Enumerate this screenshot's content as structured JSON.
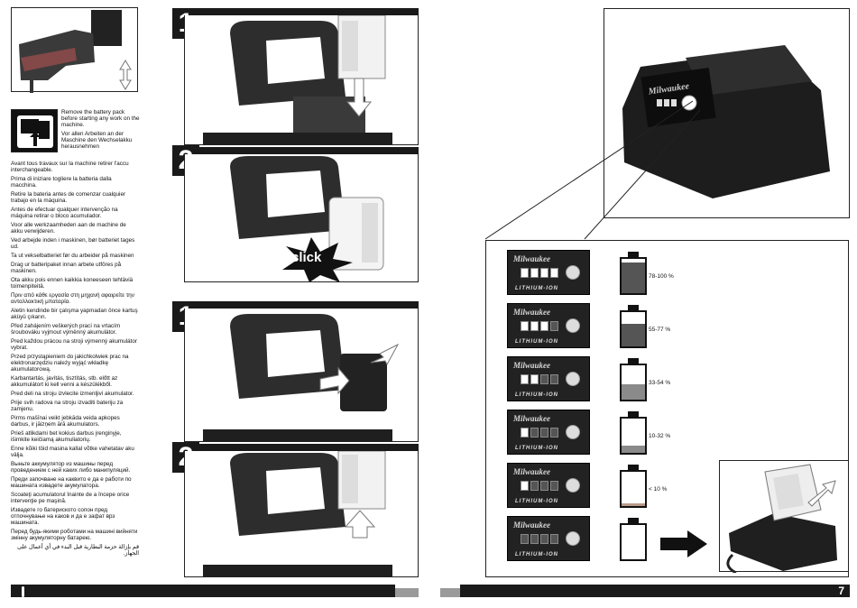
{
  "warning_header": [
    "Remove the battery pack before starting any work on the machine.",
    "Vor allen Arbeiten an der Maschine den Wechselakku herausnehmen"
  ],
  "warnings": [
    {
      "text": "Avant tous travaux sur la machine retirer l'accu interchangeable."
    },
    {
      "text": "Prima di iniziare togliere la batteria dalla macchina."
    },
    {
      "text": "Retire la bateria antes de comenzar cualquier trabajo en la máquina."
    },
    {
      "text": "Antes de efectuar qualquer intervenção na máquina retirar o bloco acumulador."
    },
    {
      "text": "Voor alle werkzaamheden aan de machine de akku verwijderen."
    },
    {
      "text": "Ved arbejde inden i maskinen, bør batteriet tages ud."
    },
    {
      "text": "Ta ut vekselbatteriet før du arbeider på maskinen"
    },
    {
      "text": "Drag ur batteripaket innan arbete utföres på maskinen."
    },
    {
      "text": "Ota akku pois ennen kaikkia koneeseen tehtäviä toimenpiteitä."
    },
    {
      "text": "Πριν από κάθε εργασία στη μηχανή αφαιρείτε την ανταλλακτική μπαταρία."
    },
    {
      "text": "Aletin kendinde bir çalışma yapmadan önce kartuş aküyü çıkarın."
    },
    {
      "text": "Před zahájením veškerých prací na vrtacím šroubováku vyjmout výměnný akumulátor."
    },
    {
      "text": "Pred každou prácou na stroji výmenný akumulátor vybrat."
    },
    {
      "text": "Przed przystąpieniem do jakichkolwiek prac na elektronarzędziu należy wyjąć wkładkę akumulatorową."
    },
    {
      "text": "Karbantartás, javítás, tisztítás, stb. előtt az akkumulátort ki kell venni a készülékből."
    },
    {
      "text": "Pred deli na stroju izvlecite izmenljivi akumulator."
    },
    {
      "text": "Prije svih radova na stroju izvaditi bateriju za zamjenu."
    },
    {
      "text": "Pirms mašīnai veikt jebkāda veida apkopes darbus, ir jāizņem ārā akumulators."
    },
    {
      "text": "Prieš atlikdami bet kokius darbus įrenginyje, išimkite keičiamą akumuliatorių."
    },
    {
      "text": "Enne kõiki töid masina kallal võtke vahetatav aku välja."
    },
    {
      "text": "Выньте аккумулятор из машины перед проведением с ней каких либо манипуляций."
    },
    {
      "text": "Преди започване на каквито е да е работи по машината извадете акумулатора."
    },
    {
      "text": "Scoateţi acumulatorul înainte de a începe orice intervenţie pe maşină."
    },
    {
      "text": "Извадете го батериското сопон пред отпочнување на каков и да е зафат врз машината."
    },
    {
      "text": "Перед будь-якими роботами на машині вийняти змінну акумуляторну батарею."
    },
    {
      "text": "قم بإزالة حزمة البطارية قبل البدء في أي أعمال على الجهاز.",
      "rtl": true
    }
  ],
  "steps_top": [
    "1",
    "2"
  ],
  "click_label": "click",
  "steps_bottom": [
    "1",
    "2"
  ],
  "brand": "Milwaukee",
  "battery_type": "LITHIUM-ION",
  "charge_levels": [
    {
      "label": "78-100 %",
      "fill": 0.9
    },
    {
      "label": "55-77 %",
      "fill": 0.66
    },
    {
      "label": "33-54 %",
      "fill": 0.44
    },
    {
      "label": "10-32 %",
      "fill": 0.22
    },
    {
      "label": "< 10 %",
      "fill": 0.08
    },
    {
      "label": "",
      "fill": 0
    }
  ],
  "page_number": "7",
  "colors": {
    "fill_dark": "#555555",
    "fill_light": "#8a8a8a",
    "fill_low": "#b89a8a",
    "frame": "#1a1a1a"
  }
}
